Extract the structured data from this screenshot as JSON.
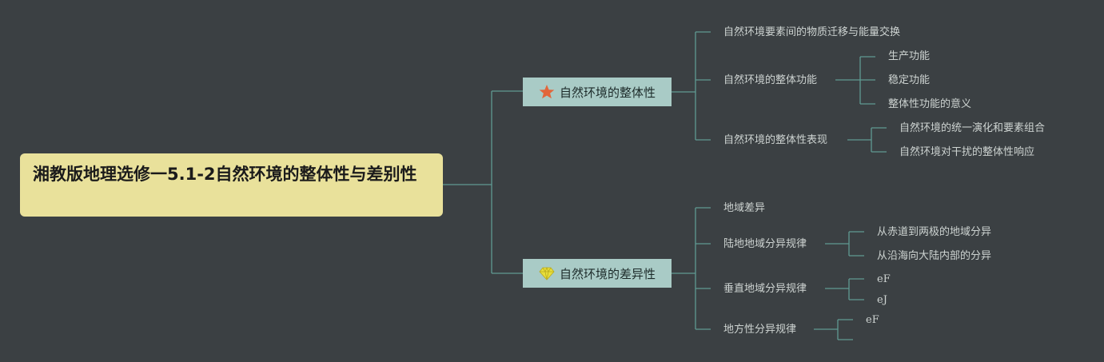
{
  "root": {
    "title": "湘教版地理选修一5.1-2自然环境的整体性与差别性"
  },
  "branches": [
    {
      "label": "自然环境的整体性",
      "icon": "star-icon",
      "icon_color": "#e2663b",
      "children": [
        {
          "label": "自然环境要素间的物质迁移与能量交换",
          "children": []
        },
        {
          "label": "自然环境的整体功能",
          "children": [
            "生产功能",
            "稳定功能",
            "整体性功能的意义"
          ]
        },
        {
          "label": "自然环境的整体性表现",
          "children": [
            "自然环境的统一演化和要素组合",
            "自然环境对干扰的整体性响应"
          ]
        }
      ]
    },
    {
      "label": "自然环境的差异性",
      "icon": "diamond-icon",
      "icon_color": "#e8de3a",
      "children": [
        {
          "label": "地域差异",
          "children": []
        },
        {
          "label": "陆地地域分异规律",
          "children": [
            "从赤道到两极的地域分异",
            "从沿海向大陆内部的分异"
          ]
        },
        {
          "label": "垂直地域分异规律",
          "children": [
            "eF",
            "eJ"
          ]
        },
        {
          "label": "地方性分异规律",
          "children": [
            "eF",
            ""
          ]
        }
      ]
    }
  ],
  "colors": {
    "background": "#3b4043",
    "line": "#5f9a92",
    "root_fill": "#e9e19b",
    "branch_fill": "#a9cbc6",
    "text": "#cdd3d1"
  }
}
